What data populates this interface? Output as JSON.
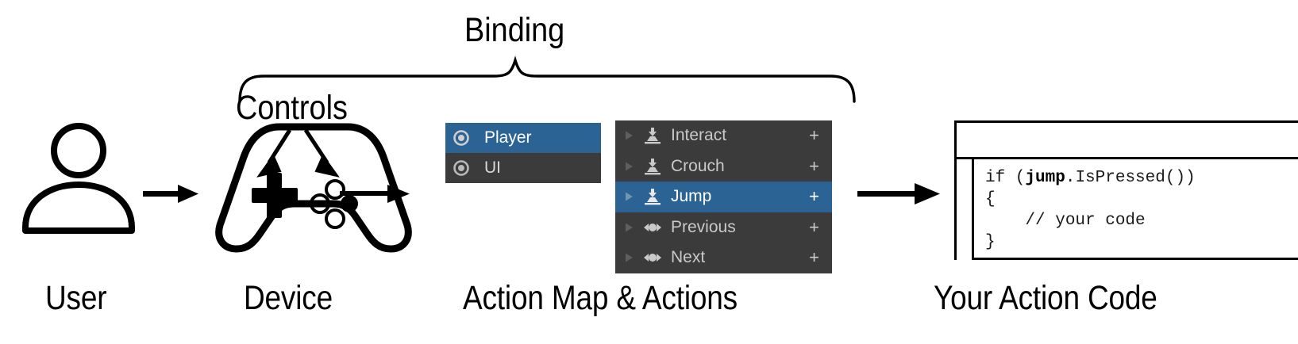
{
  "diagram": {
    "title_annotation": "Binding",
    "controls_annotation": "Controls",
    "captions": [
      {
        "id": "user",
        "text": "User"
      },
      {
        "id": "device",
        "text": "Device"
      },
      {
        "id": "action-map",
        "text": "Action Map & Actions"
      },
      {
        "id": "action-code",
        "text": "Your Action Code"
      }
    ]
  },
  "action_map_panel": {
    "rows": [
      {
        "label": "Player",
        "icon": "action-map-icon",
        "selected": true
      },
      {
        "label": "UI",
        "icon": "action-map-icon",
        "selected": false
      }
    ]
  },
  "actions_panel": {
    "add_label": "+",
    "rows": [
      {
        "label": "Interact",
        "icon": "button-action-icon",
        "selected": false,
        "expander": "chevron-right-icon"
      },
      {
        "label": "Crouch",
        "icon": "button-action-icon",
        "selected": false,
        "expander": "chevron-right-icon"
      },
      {
        "label": "Jump",
        "icon": "button-action-icon",
        "selected": true,
        "expander": "chevron-right-icon"
      },
      {
        "label": "Previous",
        "icon": "axis-action-icon",
        "selected": false,
        "expander": "chevron-right-icon"
      },
      {
        "label": "Next",
        "icon": "axis-action-icon",
        "selected": false,
        "expander": "chevron-right-icon"
      }
    ]
  },
  "code_window": {
    "line1_prefix": "if (",
    "line1_bold": "jump",
    "line1_suffix": ".IsPressed())",
    "line2": "{",
    "line3": "    // your code",
    "line4": "}"
  },
  "colors": {
    "selection_blue": "#2b6394",
    "panel_dark": "#3b3b3b",
    "text_light": "#c9c9c9",
    "ink": "#000000",
    "background": "#ffffff"
  }
}
